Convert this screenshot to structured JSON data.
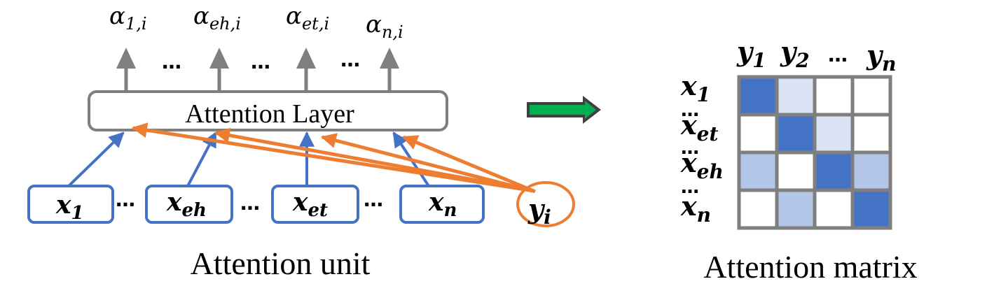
{
  "alphas": [
    {
      "base": "α",
      "sub": "1,i"
    },
    {
      "base": "α",
      "sub": "eh,i"
    },
    {
      "base": "α",
      "sub": "et,i"
    },
    {
      "base": "α",
      "sub": "n,i"
    }
  ],
  "ellipsis": "…",
  "attention_layer_label": "Attention Layer",
  "inputs": [
    {
      "base": "x",
      "sub": "1"
    },
    {
      "base": "x",
      "sub": "eh"
    },
    {
      "base": "x",
      "sub": "et"
    },
    {
      "base": "x",
      "sub": "n"
    }
  ],
  "query": {
    "base": "y",
    "sub": "i"
  },
  "left_caption": "Attention unit",
  "right_caption": "Attention matrix",
  "matrix": {
    "col_headers": [
      {
        "base": "y",
        "sub": "1"
      },
      {
        "base": "y",
        "sub": "2"
      },
      {
        "base": "…",
        "sub": ""
      },
      {
        "base": "y",
        "sub": "n"
      }
    ],
    "row_headers": [
      {
        "base": "x",
        "sub": "1"
      },
      {
        "base": "x",
        "sub": "et"
      },
      {
        "base": "x",
        "sub": "eh"
      },
      {
        "base": "x",
        "sub": "n"
      }
    ],
    "intensity": [
      [
        1.0,
        0.15,
        0.0,
        0.0
      ],
      [
        0.0,
        1.0,
        0.15,
        0.0
      ],
      [
        0.35,
        0.0,
        1.0,
        0.35
      ],
      [
        0.0,
        0.35,
        0.0,
        1.0
      ]
    ]
  },
  "colors": {
    "gray": "#7f7f7f",
    "blue": "#4472c4",
    "orange": "#ed7d31",
    "green": "#00b050",
    "cell_full": "#4472c4",
    "cell_mid": "#b4c6e7",
    "cell_light": "#dae3f3"
  }
}
